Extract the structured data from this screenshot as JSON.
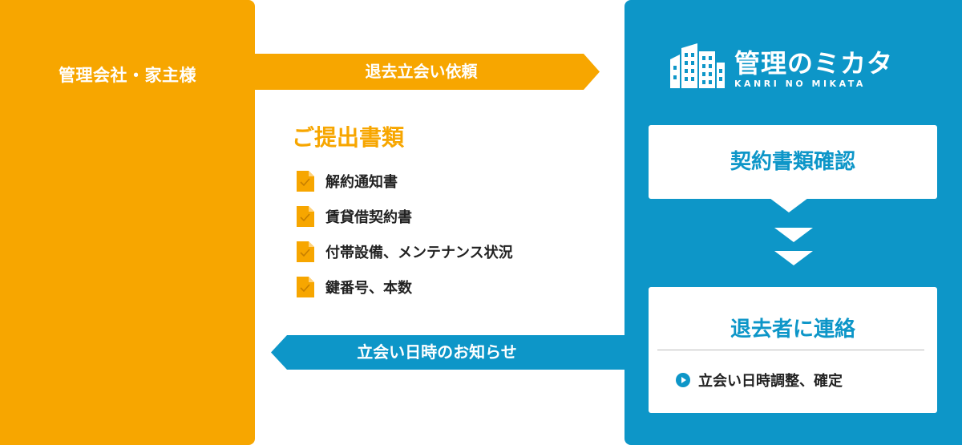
{
  "left_panel": {
    "title": "管理会社・家主様"
  },
  "logo": {
    "name": "管理のミカタ",
    "subtitle": "KANRI NO MIKATA"
  },
  "request_arrow": {
    "label": "退去立会い依頼"
  },
  "documents": {
    "title": "ご提出書類",
    "items": [
      {
        "label": "解約通知書"
      },
      {
        "label": "賃貸借契約書"
      },
      {
        "label": "付帯設備、メンテナンス状況"
      },
      {
        "label": "鍵番号、本数"
      }
    ]
  },
  "steps": {
    "step1": {
      "title": "契約書類確認"
    },
    "step2": {
      "title": "退去者に連絡",
      "detail": "立会い日時調整、確定"
    }
  },
  "notice_arrow": {
    "label": "立会い日時のお知らせ"
  },
  "colors": {
    "orange": "#f7a600",
    "blue": "#0d96c8",
    "white": "#ffffff"
  }
}
